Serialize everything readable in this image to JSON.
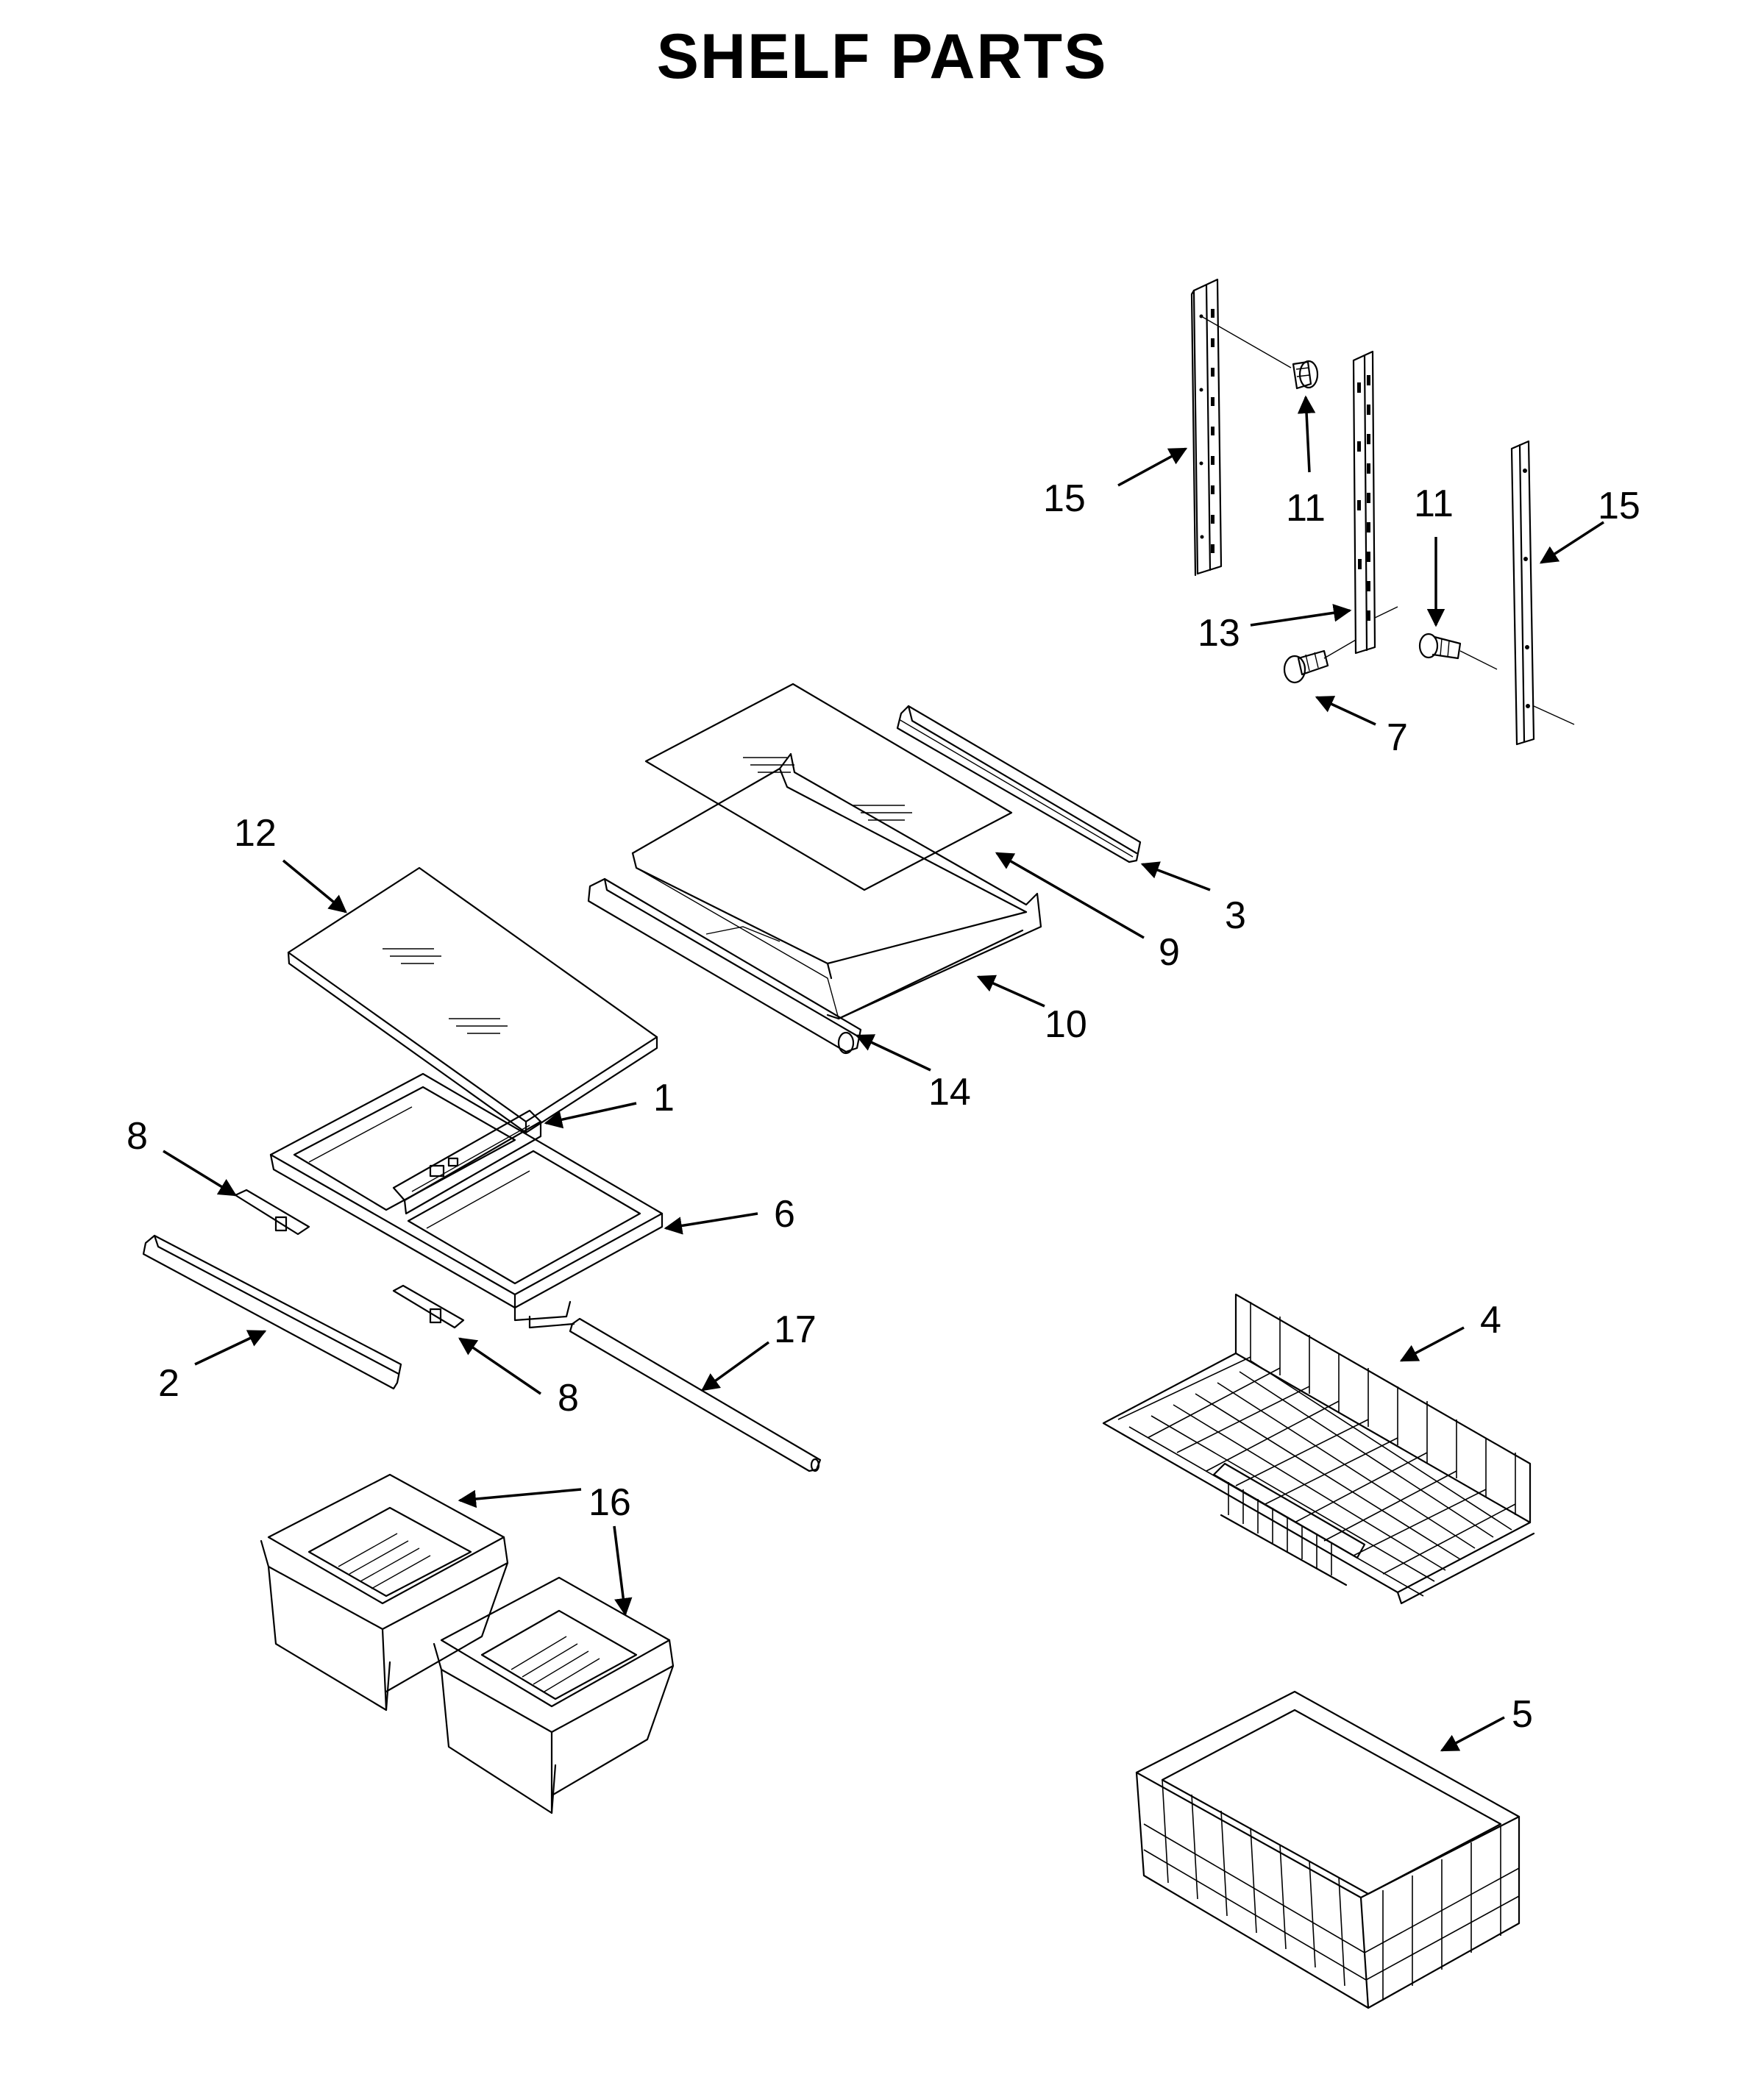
{
  "title": "SHELF PARTS",
  "callouts": [
    {
      "id": "c1",
      "text": "1"
    },
    {
      "id": "c2",
      "text": "2"
    },
    {
      "id": "c3",
      "text": "3"
    },
    {
      "id": "c4",
      "text": "4"
    },
    {
      "id": "c5",
      "text": "5"
    },
    {
      "id": "c6",
      "text": "6"
    },
    {
      "id": "c7",
      "text": "7"
    },
    {
      "id": "c8a",
      "text": "8"
    },
    {
      "id": "c8b",
      "text": "8"
    },
    {
      "id": "c9",
      "text": "9"
    },
    {
      "id": "c10",
      "text": "10"
    },
    {
      "id": "c11a",
      "text": "11"
    },
    {
      "id": "c11b",
      "text": "11"
    },
    {
      "id": "c12",
      "text": "12"
    },
    {
      "id": "c13",
      "text": "13"
    },
    {
      "id": "c14",
      "text": "14"
    },
    {
      "id": "c15a",
      "text": "15"
    },
    {
      "id": "c15b",
      "text": "15"
    },
    {
      "id": "c16",
      "text": "16"
    },
    {
      "id": "c17",
      "text": "17"
    }
  ]
}
